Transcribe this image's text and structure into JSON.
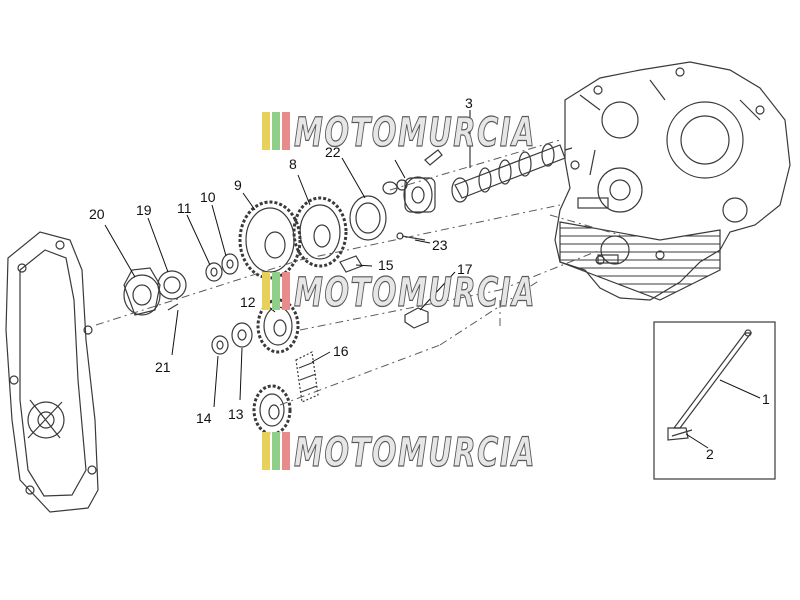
{
  "diagram": {
    "watermark_text": "MOTOMURCIA",
    "colors": {
      "line": "#3a3a3a",
      "watermark_fill": "#e6e6e6",
      "watermark_stroke": "#5a5a5a",
      "stripe_yellow": "#e8d15a",
      "stripe_green": "#8fcf8a",
      "stripe_red": "#e98b8b"
    },
    "callouts": [
      {
        "id": "1",
        "text": "1"
      },
      {
        "id": "2",
        "text": "2"
      },
      {
        "id": "3",
        "text": "3"
      },
      {
        "id": "8",
        "text": "8"
      },
      {
        "id": "9",
        "text": "9"
      },
      {
        "id": "10",
        "text": "10"
      },
      {
        "id": "11",
        "text": "11"
      },
      {
        "id": "12",
        "text": "12"
      },
      {
        "id": "13",
        "text": "13"
      },
      {
        "id": "14",
        "text": "14"
      },
      {
        "id": "15",
        "text": "15"
      },
      {
        "id": "16",
        "text": "16"
      },
      {
        "id": "17",
        "text": "17"
      },
      {
        "id": "19",
        "text": "19"
      },
      {
        "id": "20",
        "text": "20"
      },
      {
        "id": "21",
        "text": "21"
      },
      {
        "id": "22",
        "text": "22"
      },
      {
        "id": "23",
        "text": "23"
      }
    ]
  }
}
